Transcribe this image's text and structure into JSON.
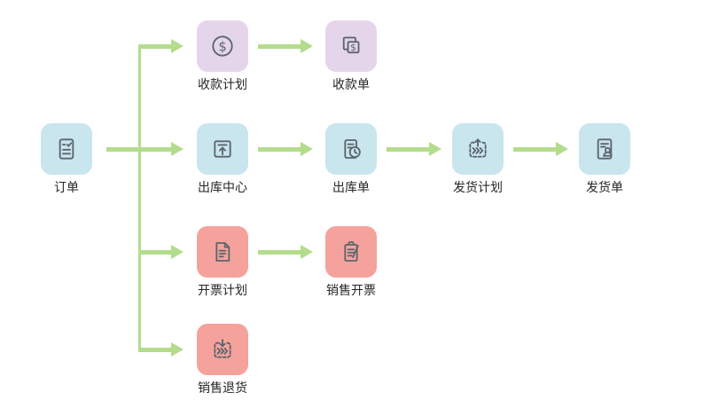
{
  "diagram": {
    "nodes": [
      {
        "id": "order",
        "label": "订单",
        "icon": "order-checklist-icon",
        "color": "blue"
      },
      {
        "id": "payment-plan",
        "label": "收款计划",
        "icon": "dollar-circle-icon",
        "color": "purple"
      },
      {
        "id": "payment-receipt",
        "label": "收款单",
        "icon": "dollar-doc-stack-icon",
        "color": "purple"
      },
      {
        "id": "outbound-center",
        "label": "出库中心",
        "icon": "upload-box-icon",
        "color": "blue"
      },
      {
        "id": "outbound-order",
        "label": "出库单",
        "icon": "doc-clock-icon",
        "color": "blue"
      },
      {
        "id": "shipping-plan",
        "label": "发货计划",
        "icon": "dispatch-up-icon",
        "color": "blue"
      },
      {
        "id": "shipping-note",
        "label": "发货单",
        "icon": "doc-person-icon",
        "color": "blue"
      },
      {
        "id": "invoice-plan",
        "label": "开票计划",
        "icon": "doc-lines-icon",
        "color": "red"
      },
      {
        "id": "sales-invoice",
        "label": "销售开票",
        "icon": "clipboard-pen-icon",
        "color": "red"
      },
      {
        "id": "sales-return",
        "label": "销售退货",
        "icon": "dispatch-down-icon",
        "color": "red"
      }
    ],
    "edges": [
      {
        "from": "order",
        "to": "payment-plan"
      },
      {
        "from": "order",
        "to": "outbound-center"
      },
      {
        "from": "order",
        "to": "invoice-plan"
      },
      {
        "from": "order",
        "to": "sales-return"
      },
      {
        "from": "payment-plan",
        "to": "payment-receipt"
      },
      {
        "from": "outbound-center",
        "to": "outbound-order"
      },
      {
        "from": "outbound-order",
        "to": "shipping-plan"
      },
      {
        "from": "shipping-plan",
        "to": "shipping-note"
      },
      {
        "from": "invoice-plan",
        "to": "sales-invoice"
      }
    ],
    "colors": {
      "node_blue": "#c9e5ee",
      "node_purple": "#e5d5eb",
      "node_red": "#f5a29c",
      "connector_green": "#b3dc8c",
      "icon_stroke": "#5d666d",
      "label_text": "#262626"
    }
  }
}
